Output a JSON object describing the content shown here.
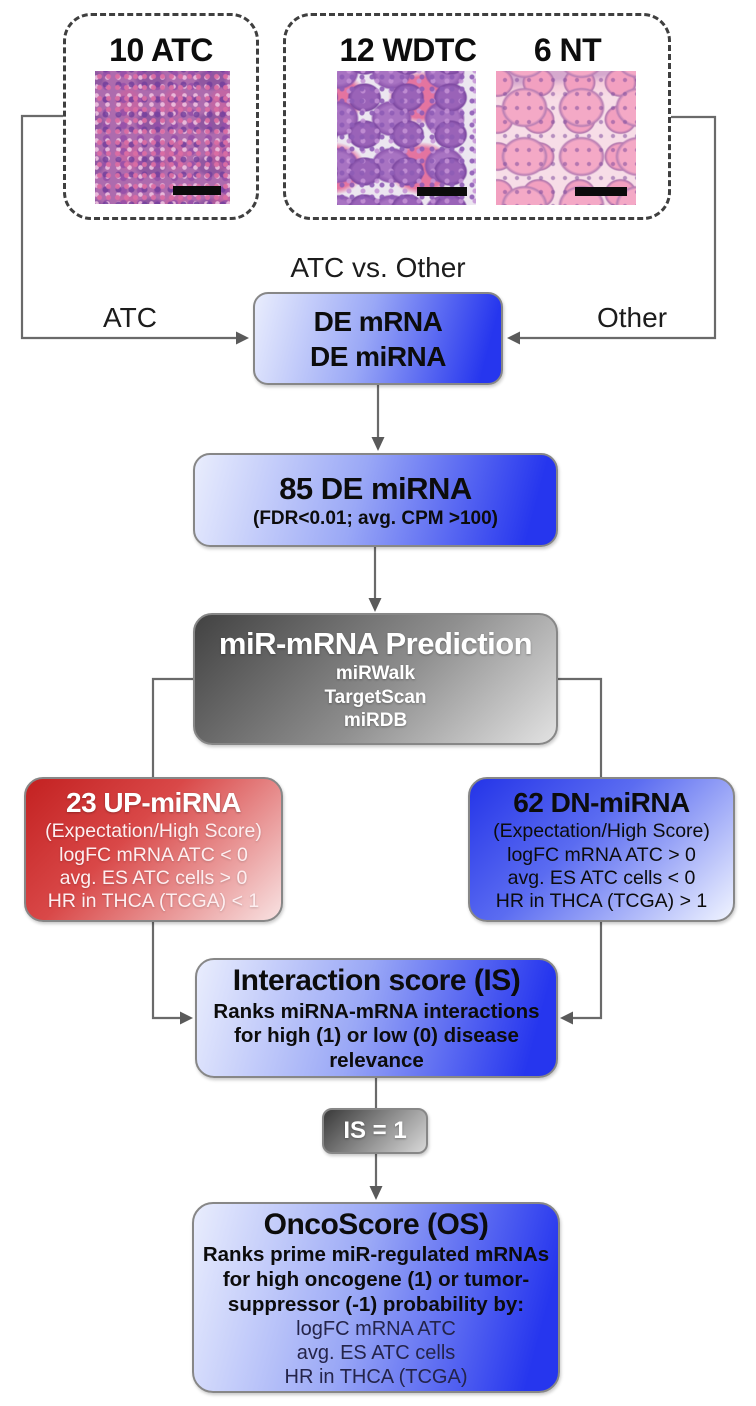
{
  "figure": {
    "comparison_label": "ATC vs. Other",
    "left_flow_label": "ATC",
    "right_flow_label": "Other"
  },
  "cohorts": {
    "atc": {
      "label": "10 ATC"
    },
    "wdtc": {
      "label": "12 WDTC"
    },
    "nt": {
      "label": "6 NT"
    }
  },
  "boxes": {
    "de": {
      "lines": [
        "DE mRNA",
        "DE miRNA"
      ]
    },
    "de_mirna": {
      "title": "85 DE miRNA",
      "subtitle": "(FDR<0.01; avg. CPM >100)"
    },
    "prediction": {
      "title": "miR-mRNA Prediction",
      "tools": [
        "miRWalk",
        "TargetScan",
        "miRDB"
      ]
    },
    "up_mirna": {
      "title": "23 UP-miRNA",
      "criteria": [
        "(Expectation/High Score)",
        "logFC mRNA ATC < 0",
        "avg. ES ATC cells > 0",
        "HR in THCA (TCGA) < 1"
      ]
    },
    "dn_mirna": {
      "title": "62 DN-miRNA",
      "criteria": [
        "(Expectation/High Score)",
        "logFC mRNA ATC > 0",
        "avg. ES ATC cells < 0",
        "HR in THCA (TCGA) > 1"
      ]
    },
    "interaction": {
      "title": "Interaction score (IS)",
      "description_lines": [
        "Ranks miRNA-mRNA interactions",
        "for high (1) or low (0) disease",
        "relevance"
      ]
    },
    "is_filter": {
      "label": "IS = 1"
    },
    "oncoscore": {
      "title": "OncoScore (OS)",
      "description_lines": [
        "Ranks prime miR-regulated mRNAs",
        "for high oncogene (1) or tumor-",
        "suppressor (-1) probability by:"
      ],
      "criteria": [
        "logFC mRNA ATC",
        "avg. ES ATC cells",
        "HR in THCA (TCGA)"
      ]
    }
  },
  "colors": {
    "blue_accent": "#2636ee",
    "dn_blue": "#2434e8",
    "up_red": "#c32121",
    "gray_box": "#424242",
    "connector_gray": "#6a6a6a",
    "dashed_border": "#3f3f3f"
  }
}
